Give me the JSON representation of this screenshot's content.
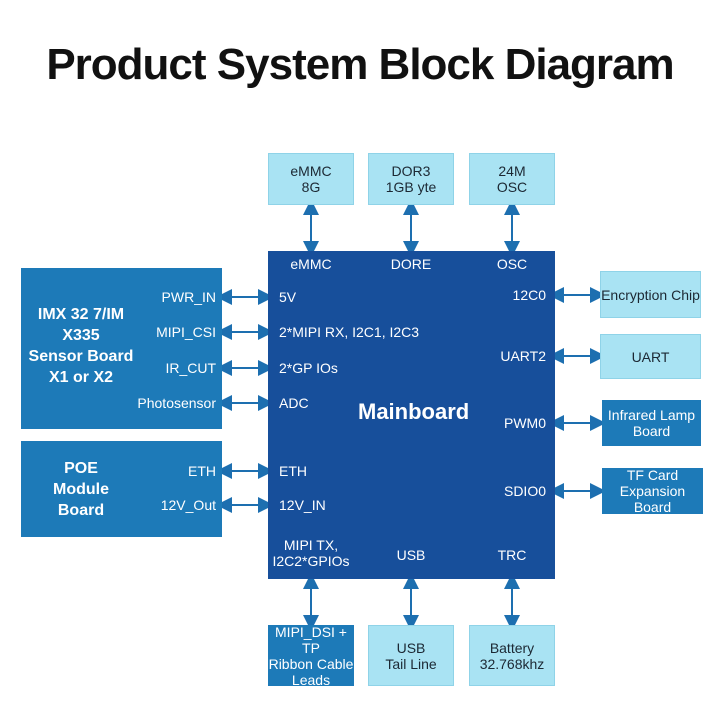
{
  "title": "Product System Block Diagram",
  "top_blocks": [
    {
      "line1": "eMMC",
      "line2": "8G"
    },
    {
      "line1": "DOR3",
      "line2": "1GB yte"
    },
    {
      "line1": "24M",
      "line2": "OSC"
    }
  ],
  "bottom_blocks": [
    {
      "line1": "MIPI_DSI + TP",
      "line2": "Ribbon Cable",
      "line3": "Leads"
    },
    {
      "line1": "USB",
      "line2": "Tail Line"
    },
    {
      "line1": "Battery",
      "line2": "32.768khz"
    }
  ],
  "right_blocks": [
    {
      "line1": "Encryption Chip"
    },
    {
      "line1": "UART"
    },
    {
      "line1": "Infrared Lamp",
      "line2": "Board"
    },
    {
      "line1": "TF Card",
      "line2": "Expansion Board"
    }
  ],
  "sensor_board": {
    "name_lines": [
      "IMX 32 7/IM",
      "X335",
      "Sensor Board",
      "X1 or X2"
    ],
    "ports": [
      "PWR_IN",
      "MIPI_CSI",
      "IR_CUT",
      "Photosensor"
    ]
  },
  "poe_board": {
    "name_lines": [
      "POE",
      "Module",
      "Board"
    ],
    "ports": [
      "ETH",
      "12V_Out"
    ]
  },
  "mainboard": {
    "title": "Mainboard",
    "top_ports": [
      "eMMC",
      "DORE",
      "OSC"
    ],
    "left_ports": [
      "5V",
      "2*MIPI RX, I2C1, I2C3",
      "2*GP IOs",
      "ADC",
      "ETH",
      "12V_IN"
    ],
    "right_ports": [
      "12C0",
      "UART2",
      "PWM0",
      "SDIO0"
    ],
    "bottom_ports": {
      "mipi_line1": "MIPI TX,",
      "mipi_line2": "I2C2*GPIOs",
      "usb": "USB",
      "trc": "TRC"
    }
  },
  "colors": {
    "mainboard": "#174f9b",
    "side_board": "#1d7ab8",
    "peripheral": "#a9e3f3",
    "connector": "#1d6fb0"
  }
}
